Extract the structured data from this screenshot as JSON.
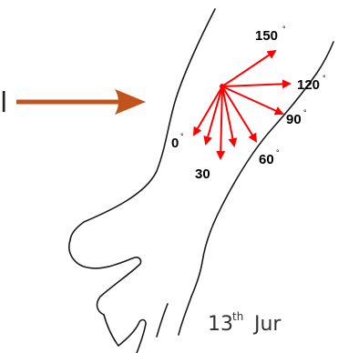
{
  "left_label": "l",
  "date": {
    "day": "13",
    "suffix": "th",
    "month": "Jur"
  },
  "angles": [
    {
      "label": "150",
      "deg": "°"
    },
    {
      "label": "120",
      "deg": "°"
    },
    {
      "label": "90",
      "deg": "°"
    },
    {
      "label": "60",
      "deg": "°"
    },
    {
      "label": "30",
      "deg": ""
    },
    {
      "label": "0",
      "deg": "°"
    }
  ],
  "colors": {
    "pointer_arrow": "#c0541c",
    "angle_arrows": "#ff0000",
    "outline": "#1a1a1a",
    "label_text": "#000000"
  }
}
